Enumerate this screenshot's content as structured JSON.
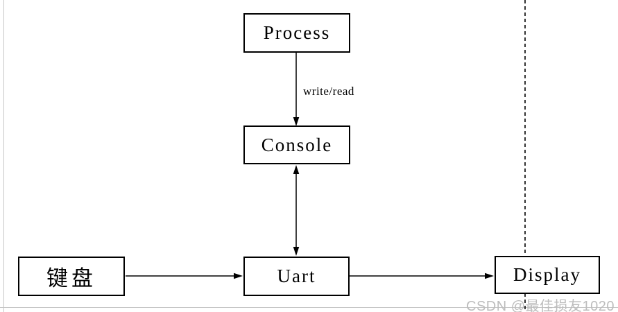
{
  "diagram": {
    "nodes": {
      "process": {
        "label": "Process"
      },
      "console": {
        "label": "Console"
      },
      "keyboard": {
        "label": "键盘"
      },
      "uart": {
        "label": "Uart"
      },
      "display": {
        "label": "Display"
      }
    },
    "edge_labels": {
      "process_console": "write/read"
    },
    "edges": [
      {
        "from": "process",
        "to": "console",
        "direction": "one-way",
        "label": "write/read"
      },
      {
        "from": "console",
        "to": "uart",
        "direction": "two-way",
        "label": ""
      },
      {
        "from": "keyboard",
        "to": "uart",
        "direction": "one-way",
        "label": ""
      },
      {
        "from": "uart",
        "to": "display",
        "direction": "one-way",
        "label": ""
      }
    ],
    "watermark": "CSDN @最佳损友1020",
    "colors": {
      "line": "#000000",
      "box_border": "#000000",
      "box_fill": "#ffffff",
      "page_border_gray": "#c6c6c6",
      "watermark_gray": "#bdbdbd"
    }
  }
}
